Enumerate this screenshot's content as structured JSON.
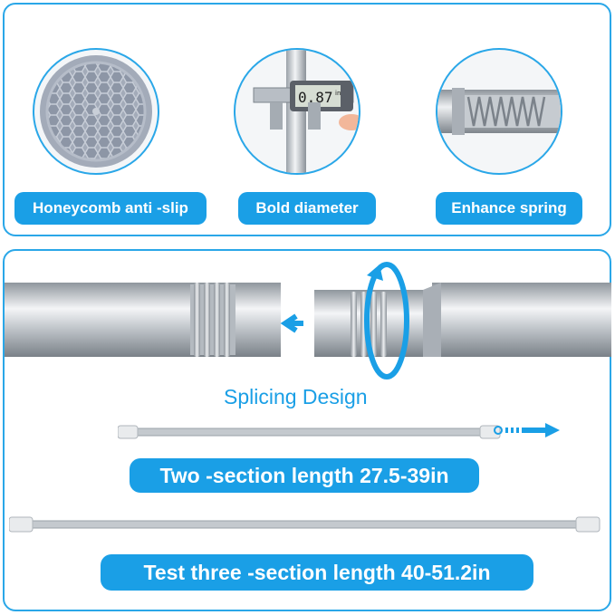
{
  "features": [
    {
      "label": "Honeycomb anti -slip",
      "icon": "honeycomb-pad-icon"
    },
    {
      "label": "Bold diameter",
      "icon": "caliper-icon"
    },
    {
      "label": "Enhance spring",
      "icon": "spring-icon"
    }
  ],
  "caliper_reading": "0.87",
  "caliper_unit": "in",
  "splicing_title": "Splicing Design",
  "two_section_label": "Two -section length 27.5-39in",
  "three_section_label": "Test three -section length 40-51.2in",
  "colors": {
    "accent": "#1a9fe6",
    "border": "#2aa7e8",
    "metal": "#b9bec4"
  }
}
